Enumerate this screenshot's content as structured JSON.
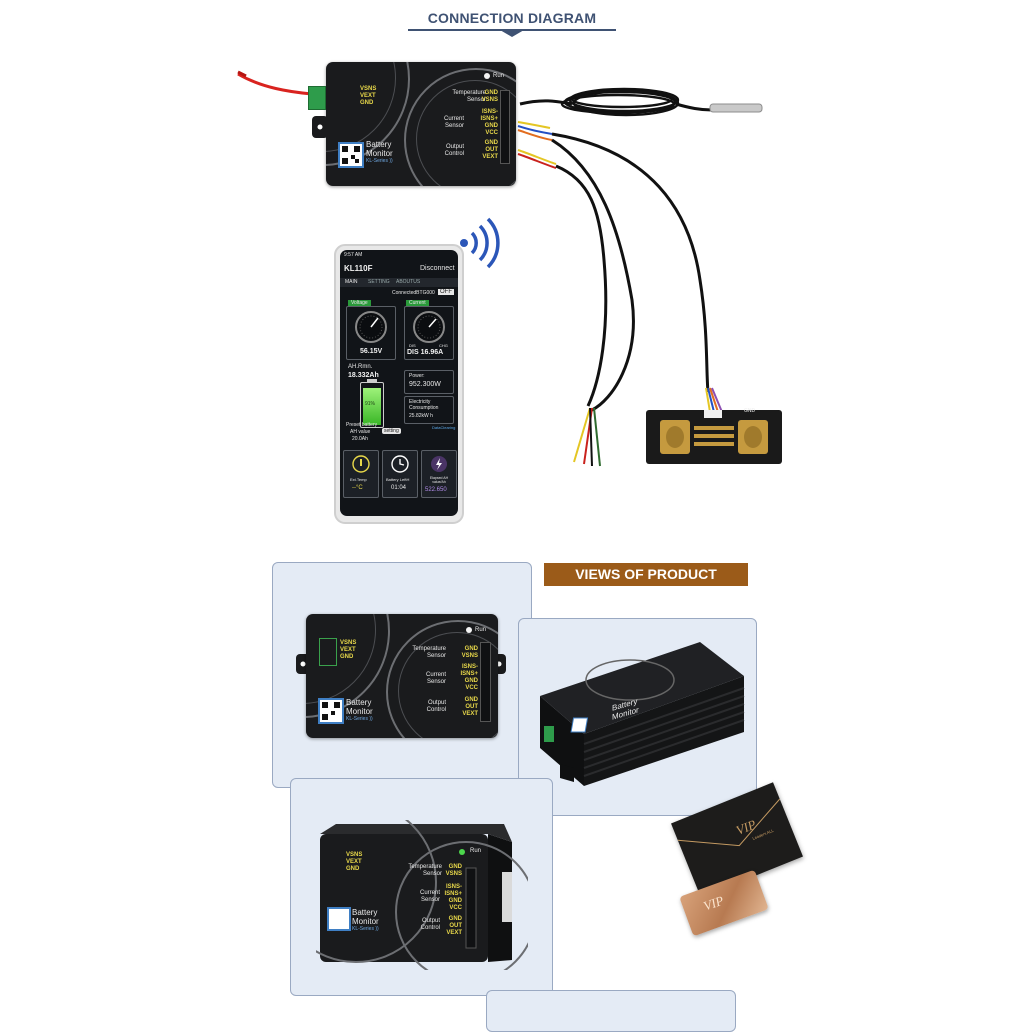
{
  "header": {
    "title": "CONNECTION DIAGRAM"
  },
  "device": {
    "left_labels": [
      "VSNS",
      "VEXT",
      "GND"
    ],
    "run_label": "Run",
    "title_lines": [
      "Battery",
      "Monitor"
    ],
    "series": "KL-Series ))",
    "groups": [
      {
        "name_lines": [
          "Temperature",
          "Sensor"
        ],
        "pins": [
          "GND",
          "VSNS"
        ]
      },
      {
        "name_lines": [
          "Current",
          "Sensor"
        ],
        "pins": [
          "ISNS-",
          "ISNS+",
          "GND",
          "VCC"
        ]
      },
      {
        "name_lines": [
          "Output",
          "Control"
        ],
        "pins": [
          "GND",
          "OUT",
          "VEXT"
        ]
      }
    ]
  },
  "phone": {
    "status_time": "9:57 AM",
    "app_title": "KL110F",
    "disconnect": "Disconnect",
    "tabs": [
      "MAIN",
      "SETTING",
      "ABOUTUS"
    ],
    "connected": "ConnectedBTG000",
    "off": "OFF",
    "voltage_tag": "Voltage",
    "current_tag": "Current",
    "voltage_value": "56.15V",
    "dis_label": "DIS",
    "chg_label": "CHG",
    "current_value": "DIS 16.96A",
    "ah_label": "AH.Rmn.",
    "ah_value": "18.332Ah",
    "power_label": "Power:",
    "power_value": "952.300W",
    "battery_pct": "91%",
    "elec_label_1": "Electricity",
    "elec_label_2": "Consumption",
    "elec_value": "25.82kW  h",
    "preset_1": "Preset battery",
    "preset_2": "AH value",
    "preset_3": "20.0Ah",
    "setting_btn": "setting",
    "data_clear": "DataClearing",
    "tiles": [
      {
        "label": "Ext.Temp",
        "value": "--°C"
      },
      {
        "label": "Battery LeftH",
        "value": "01:04"
      },
      {
        "label": "Elapsed AH value/Ah",
        "value": "522.650"
      }
    ]
  },
  "shunt": {
    "gnd": "GND"
  },
  "views": {
    "title": "VIEWS OF PRODUCT"
  },
  "vip": {
    "text": "VIP",
    "subtext": "Leaders ALL"
  },
  "colors": {
    "accent_navy": "#3f5273",
    "views_bg": "#9b5b19",
    "panel_bg": "#e4ebf5",
    "label_yellow": "#e8d84a"
  }
}
